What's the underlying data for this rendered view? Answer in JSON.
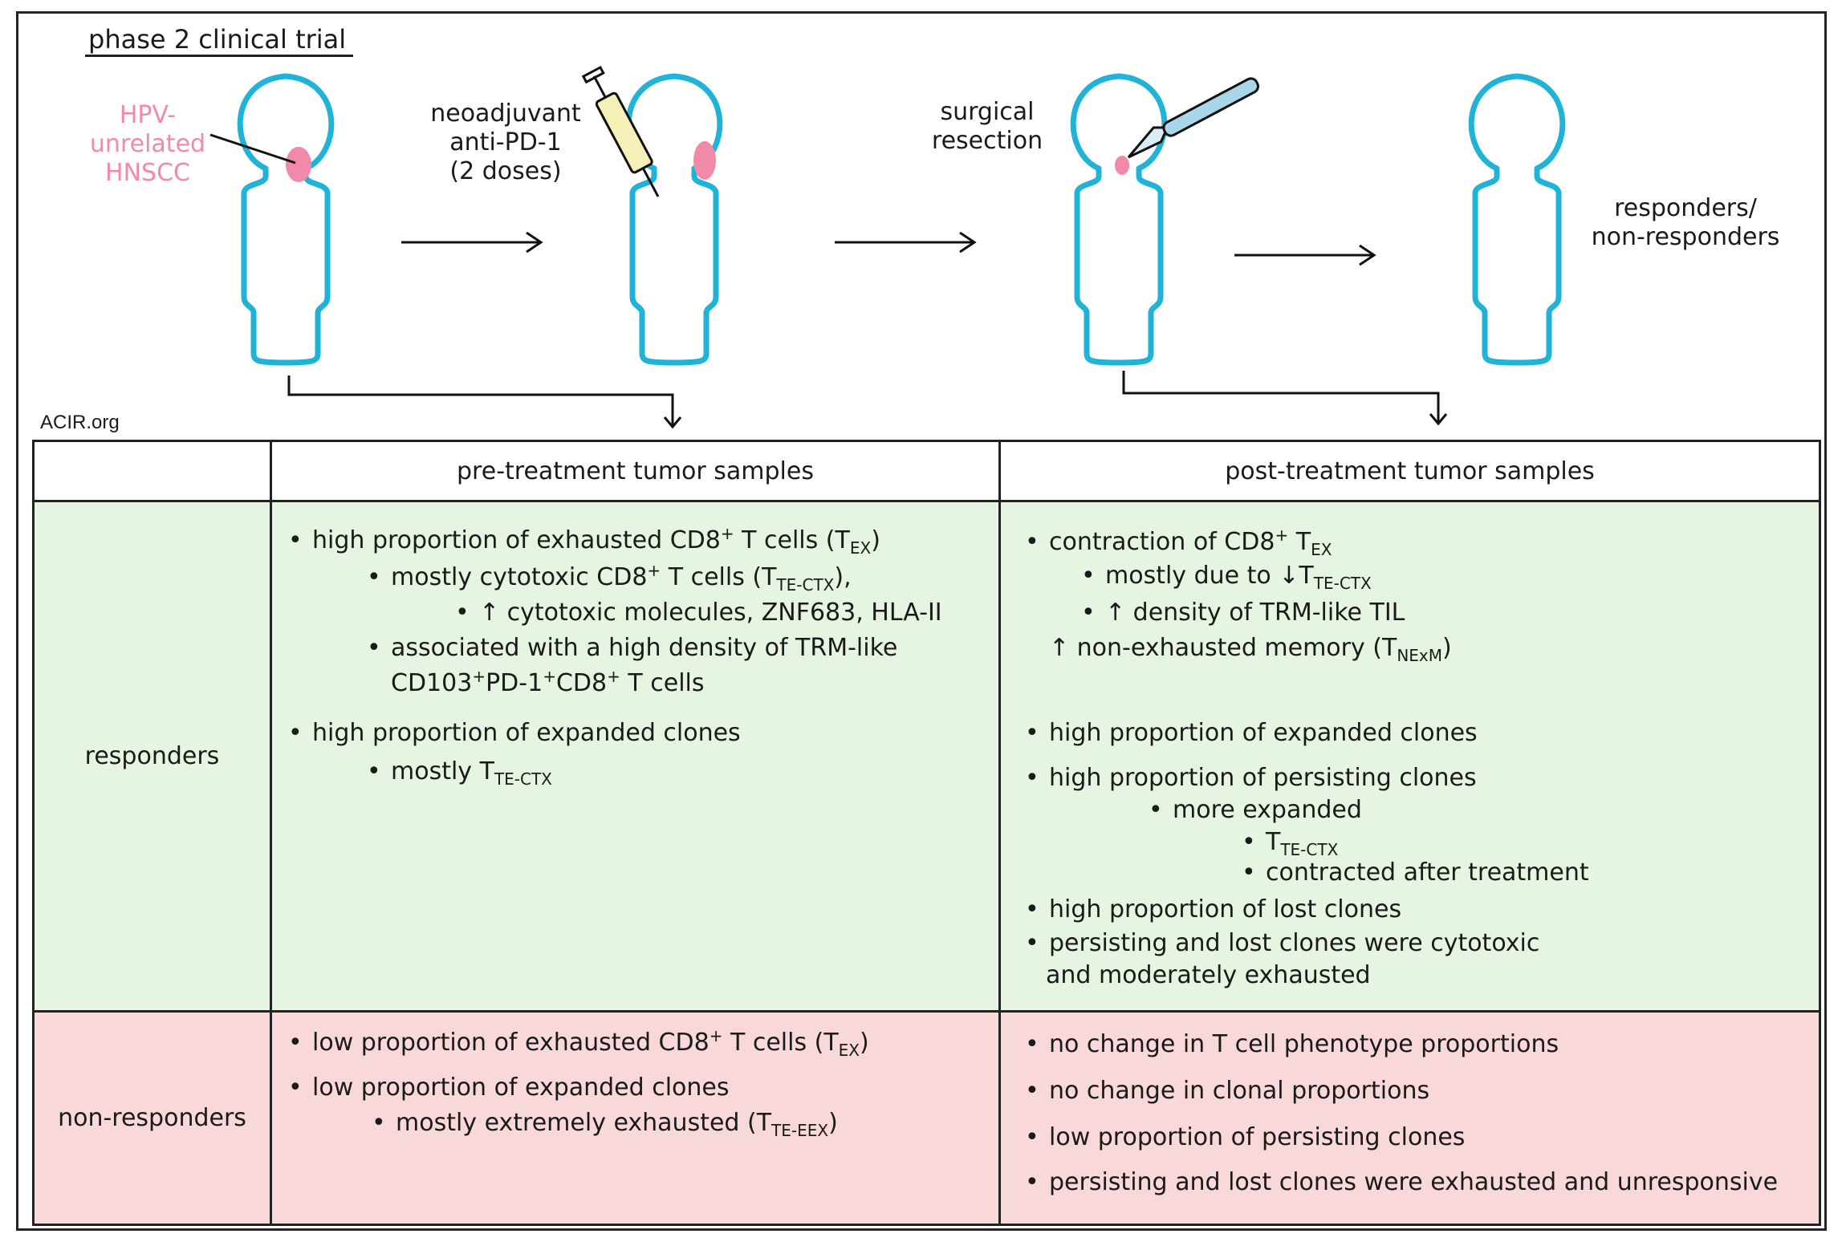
{
  "header": {
    "title": "phase 2 clinical trial",
    "credit": "ACIR.org"
  },
  "steps": {
    "tumor_label": [
      "HPV-",
      "unrelated",
      "HNSCC"
    ],
    "treatment_label": [
      "neoadjuvant",
      "anti-PD-1",
      "(2 doses)"
    ],
    "surgery_label": [
      "surgical",
      "resection"
    ],
    "outcome_label": [
      "responders/",
      "non-responders"
    ]
  },
  "colors": {
    "figure": "#1fb3d8",
    "tumor": "#f08aa8",
    "responders_bg": "#e6f5e1",
    "nonresponders_bg": "#f8d8d8"
  },
  "table": {
    "col_pre": "pre-treatment tumor samples",
    "col_post": "post-treatment tumor samples",
    "row_resp": "responders",
    "row_nonresp": "non-responders",
    "resp_pre": [
      {
        "t": "high proportion of exhausted CD8",
        "sup": "+",
        "t2": " T cells (T",
        "sub": "EX",
        "t3": ")"
      },
      {
        "t": "mostly cytotoxic CD8",
        "sup": "+",
        "t2": " T cells  (T",
        "sub": "TE-CTX",
        "t3": "),"
      },
      {
        "t": "↑ cytotoxic molecules, ZNF683, HLA-II"
      },
      {
        "t": "associated with a high density of TRM-like"
      },
      {
        "t": "CD103",
        "sup": "+",
        "t2": "PD-1",
        "sup2": "+",
        "t3": "CD8",
        "sup3": "+",
        "t4": " T cells"
      },
      {
        "t": "high proportion of expanded clones"
      },
      {
        "t": "mostly T",
        "sub": "TE-CTX"
      }
    ],
    "resp_post": [
      {
        "t": "contraction of CD8",
        "sup": "+",
        "t2": "  T",
        "sub": "EX"
      },
      {
        "t": "mostly due to ↓T",
        "sub": "TE-CTX"
      },
      {
        "t": "↑ density of TRM-like TIL"
      },
      {
        "t": "↑ non-exhausted memory (T",
        "sub": "NExM",
        "t2": ")"
      },
      {
        "t": "high proportion of expanded clones"
      },
      {
        "t": "high proportion of persisting clones"
      },
      {
        "t": "more expanded"
      },
      {
        "t": "T",
        "sub": "TE-CTX"
      },
      {
        "t": "contracted after treatment"
      },
      {
        "t": "high proportion of lost clones"
      },
      {
        "t": "persisting and lost clones  were cytotoxic"
      },
      {
        "t": "and moderately exhausted"
      }
    ],
    "nonresp_pre": [
      {
        "t": "low proportion of exhausted CD8",
        "sup": "+",
        "t2": " T cells (T",
        "sub": "EX",
        "t3": ")"
      },
      {
        "t": "low proportion of expanded clones"
      },
      {
        "t": "mostly extremely exhausted (T",
        "sub": "TE-EEX",
        "t2": ")"
      }
    ],
    "nonresp_post": [
      {
        "t": "no change in T cell phenotype proportions"
      },
      {
        "t": "no change in clonal proportions"
      },
      {
        "t": "low proportion of persisting clones"
      },
      {
        "t": "persisting and lost clones were exhausted and unresponsive"
      }
    ]
  }
}
